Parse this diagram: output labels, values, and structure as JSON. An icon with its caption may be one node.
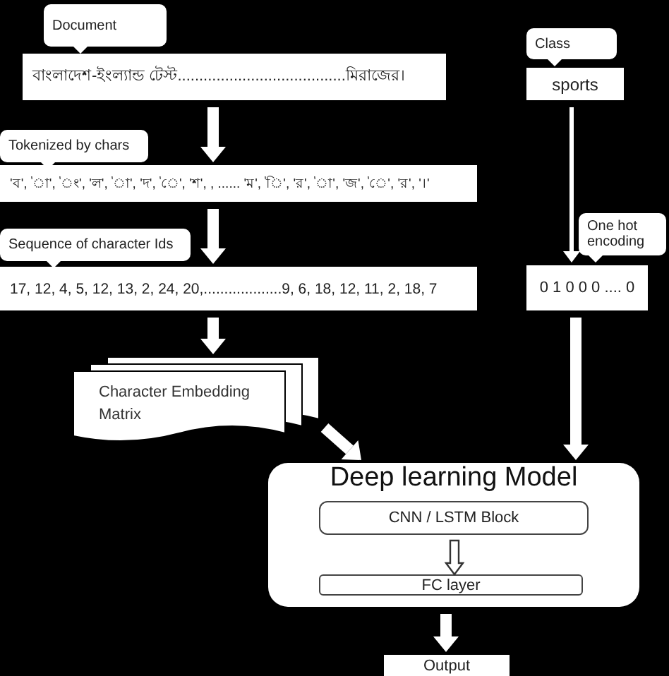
{
  "diagram": {
    "nodes": [
      {
        "text": [
          "Document"
        ]
      },
      {
        "text": [
          "বাংলাদেশ-ইংল্যান্ড টেস্ট.......................................মিরাজের।"
        ]
      },
      {
        "text": [
          "Tokenized by chars"
        ]
      },
      {
        "text": [
          "'ব', 'া', 'ং', 'ল', 'া', 'দ', 'ে', 'শ', , ...... 'ম', 'ি', 'র', 'া', 'জ', 'ে', 'র', '।'"
        ]
      },
      {
        "text": [
          "Sequence of character Ids"
        ]
      },
      {
        "text": [
          "17, 12, 4, 5, 12, 13, 2, 24, 20,...................9, 6, 18, 12, 11, 2, 18, 7"
        ]
      },
      {
        "text": [
          "Character Embedding Matrix"
        ]
      },
      {
        "text": [
          "Deep learning Model"
        ]
      },
      {
        "text": [
          "CNN / LSTM Block"
        ],
        "in": 7
      },
      {
        "text": [
          "FC layer"
        ],
        "in": 7
      },
      {
        "text": [
          "Output"
        ]
      },
      {
        "text": [
          "Class"
        ]
      },
      {
        "text": [
          "sports"
        ]
      },
      {
        "text": [
          "One hot encoding"
        ]
      },
      {
        "text": [
          "0 1 0 0 0 .... 0"
        ]
      }
    ],
    "edges": [
      {
        "from": 1,
        "to": 3,
        "arrow": "to"
      },
      {
        "from": 3,
        "to": 5,
        "arrow": "to"
      },
      {
        "from": 5,
        "to": 6,
        "arrow": "to"
      },
      {
        "from": 6,
        "to": 7,
        "arrow": "to"
      },
      {
        "from": 8,
        "to": 9,
        "arrow": "to",
        "color": "#333333"
      },
      {
        "from": 7,
        "to": 10,
        "arrow": "to"
      },
      {
        "from": 12,
        "to": 14,
        "arrow": "to"
      },
      {
        "from": 14,
        "to": 7,
        "arrow": "to"
      }
    ]
  }
}
